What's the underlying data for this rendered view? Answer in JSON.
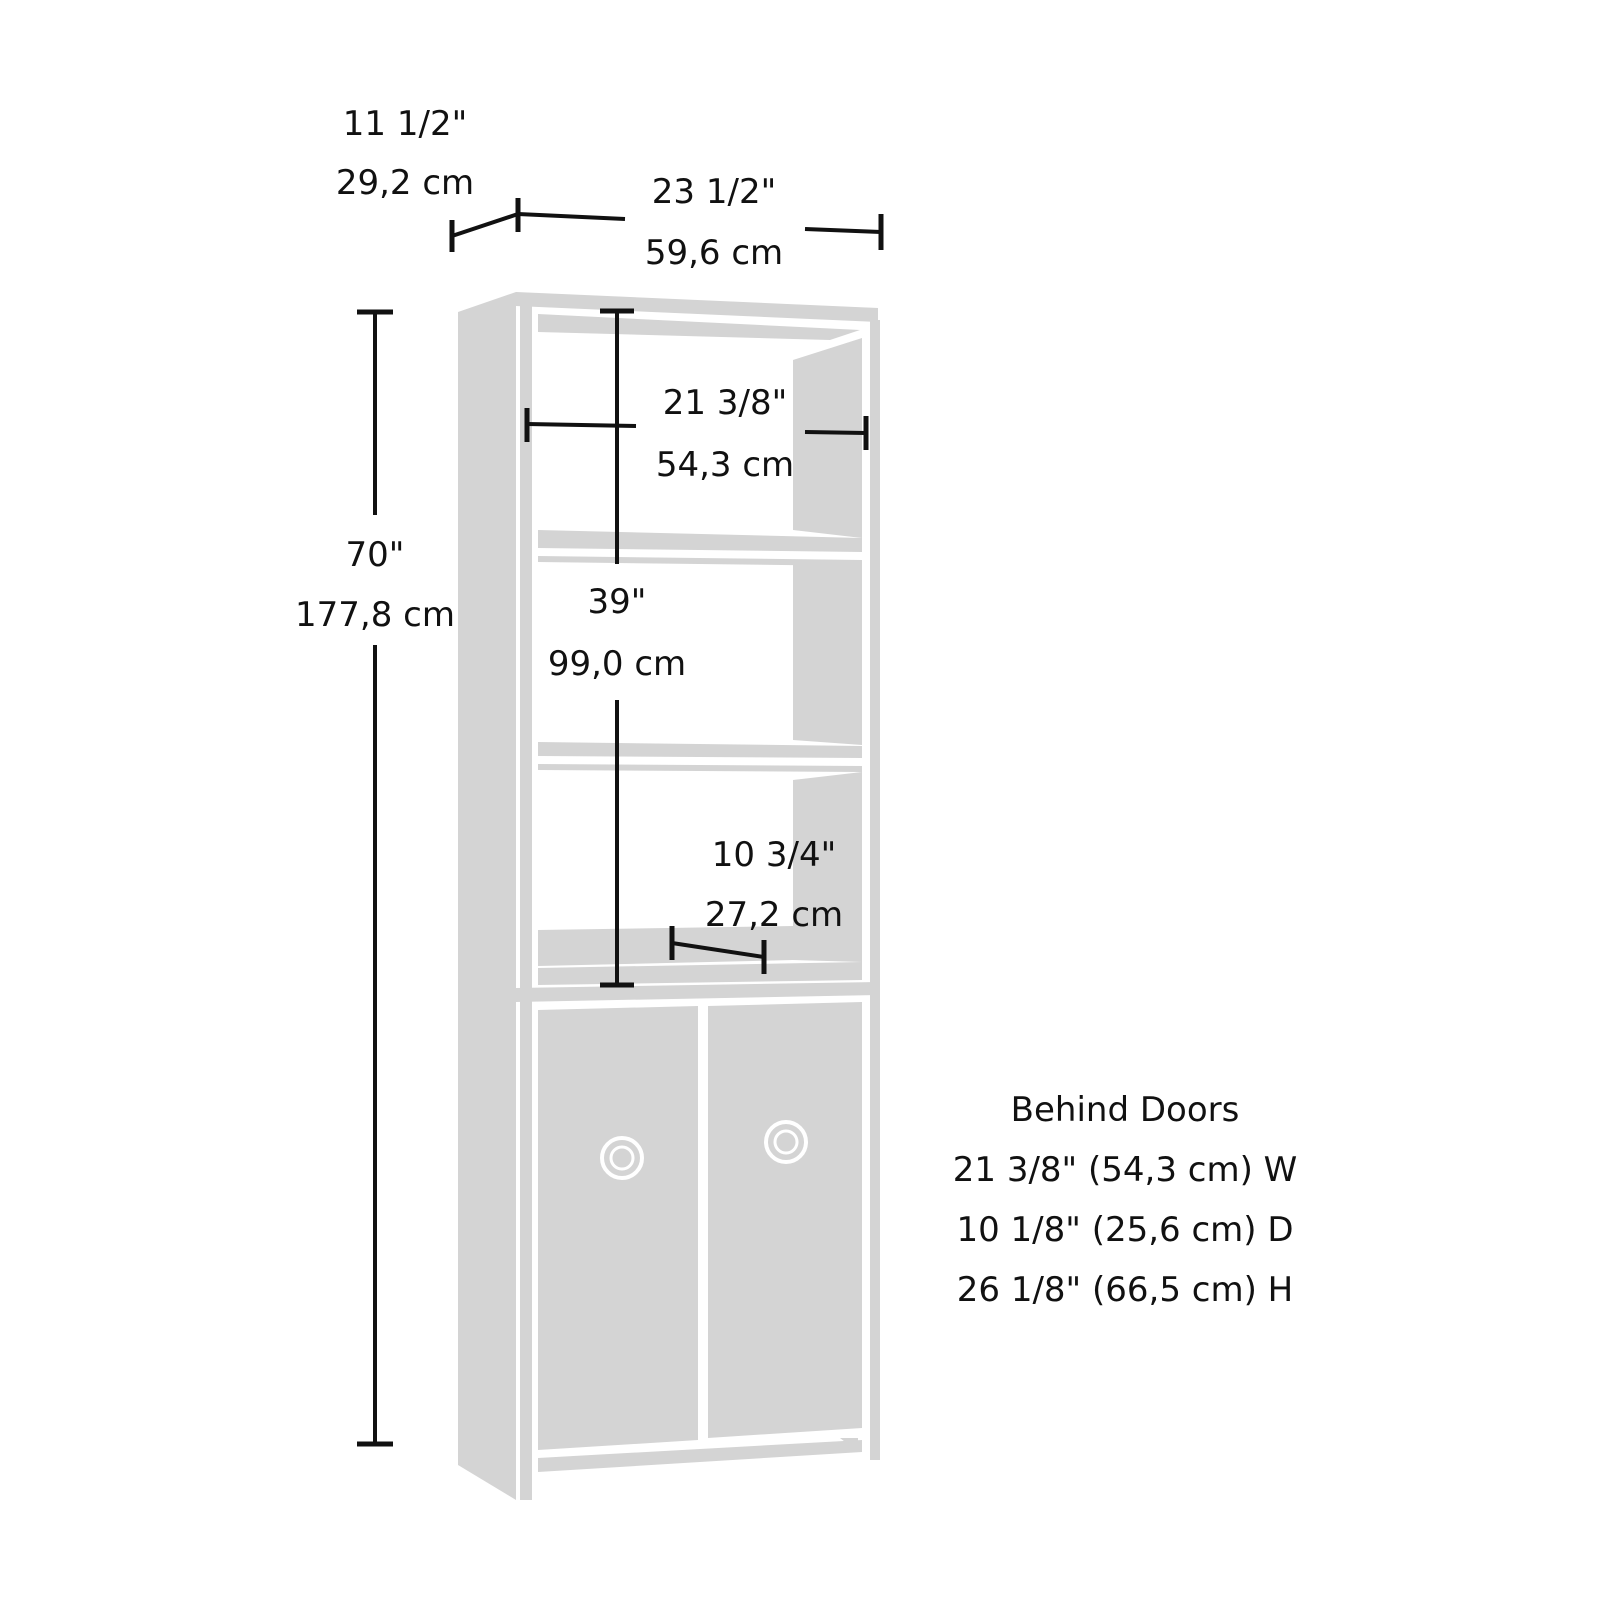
{
  "diagram": {
    "subject": "tall bookcase with two lower doors",
    "colors": {
      "furniture_fill": "#d4d4d4",
      "line": "#111111",
      "background": "#ffffff"
    },
    "dimensions": {
      "depth": {
        "imperial": "11 1/2\"",
        "metric": "29,2 cm"
      },
      "width": {
        "imperial": "23 1/2\"",
        "metric": "59,6 cm"
      },
      "height": {
        "imperial": "70\"",
        "metric": "177,8 cm"
      },
      "inner_width": {
        "imperial": "21 3/8\"",
        "metric": "54,3 cm"
      },
      "open_height": {
        "imperial": "39\"",
        "metric": "99,0 cm"
      },
      "shelf_depth": {
        "imperial": "10 3/4\"",
        "metric": "27,2 cm"
      }
    },
    "behind_doors": {
      "title": "Behind Doors",
      "lines": [
        "21 3/8\" (54,3 cm) W",
        "10 1/8\" (25,6 cm) D",
        "26 1/8\" (66,5 cm) H"
      ]
    }
  }
}
